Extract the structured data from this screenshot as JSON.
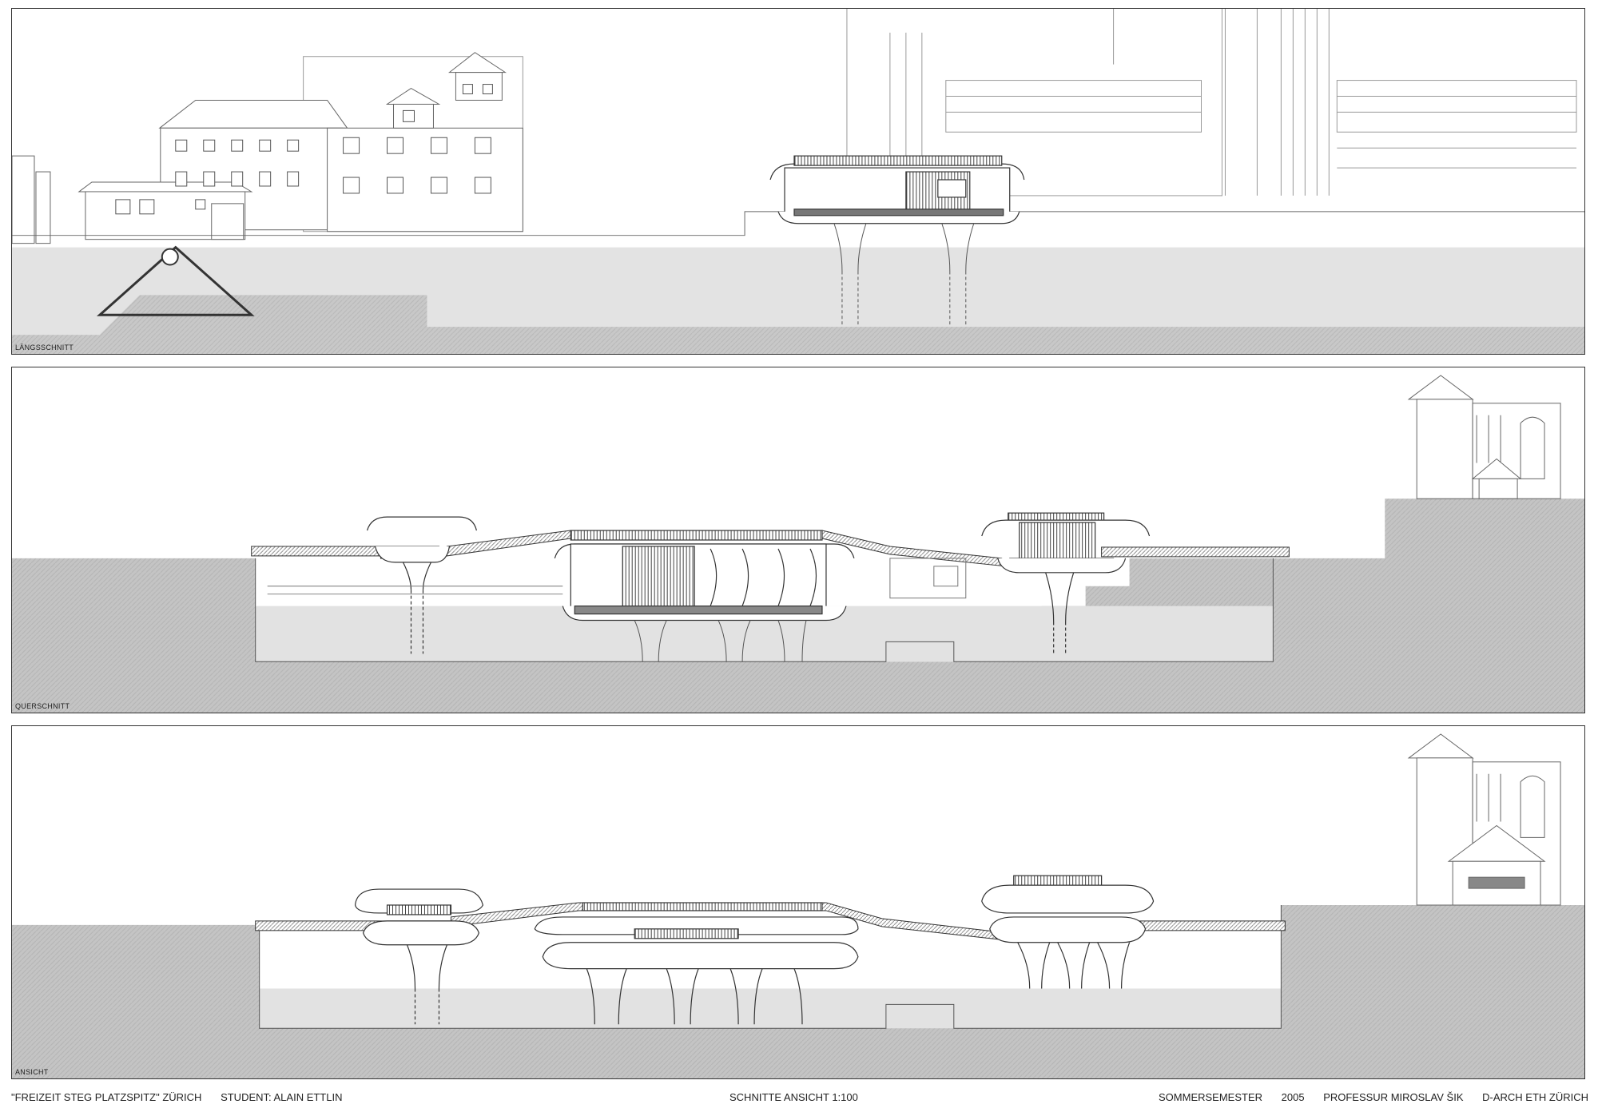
{
  "panels": [
    {
      "label": "LÄNGSSCHNITT"
    },
    {
      "label": "QUERSCHNITT"
    },
    {
      "label": "ANSICHT"
    }
  ],
  "footer": {
    "project": "\"FREIZEIT STEG PLATZSPITZ\" ZÜRICH",
    "student": "STUDENT: ALAIN ETTLIN",
    "sheet": "SCHNITTE ANSICHT 1:100",
    "semester": "SOMMERSEMESTER",
    "year": "2005",
    "professor": "PROFESSUR MIROSLAV ŠIK",
    "school": "D-ARCH ETH ZÜRICH"
  },
  "colors": {
    "ground_dark": "#c4c4c4",
    "ground_light": "#e0e0e0",
    "line": "#555555",
    "light_line": "#aaaaaa"
  }
}
